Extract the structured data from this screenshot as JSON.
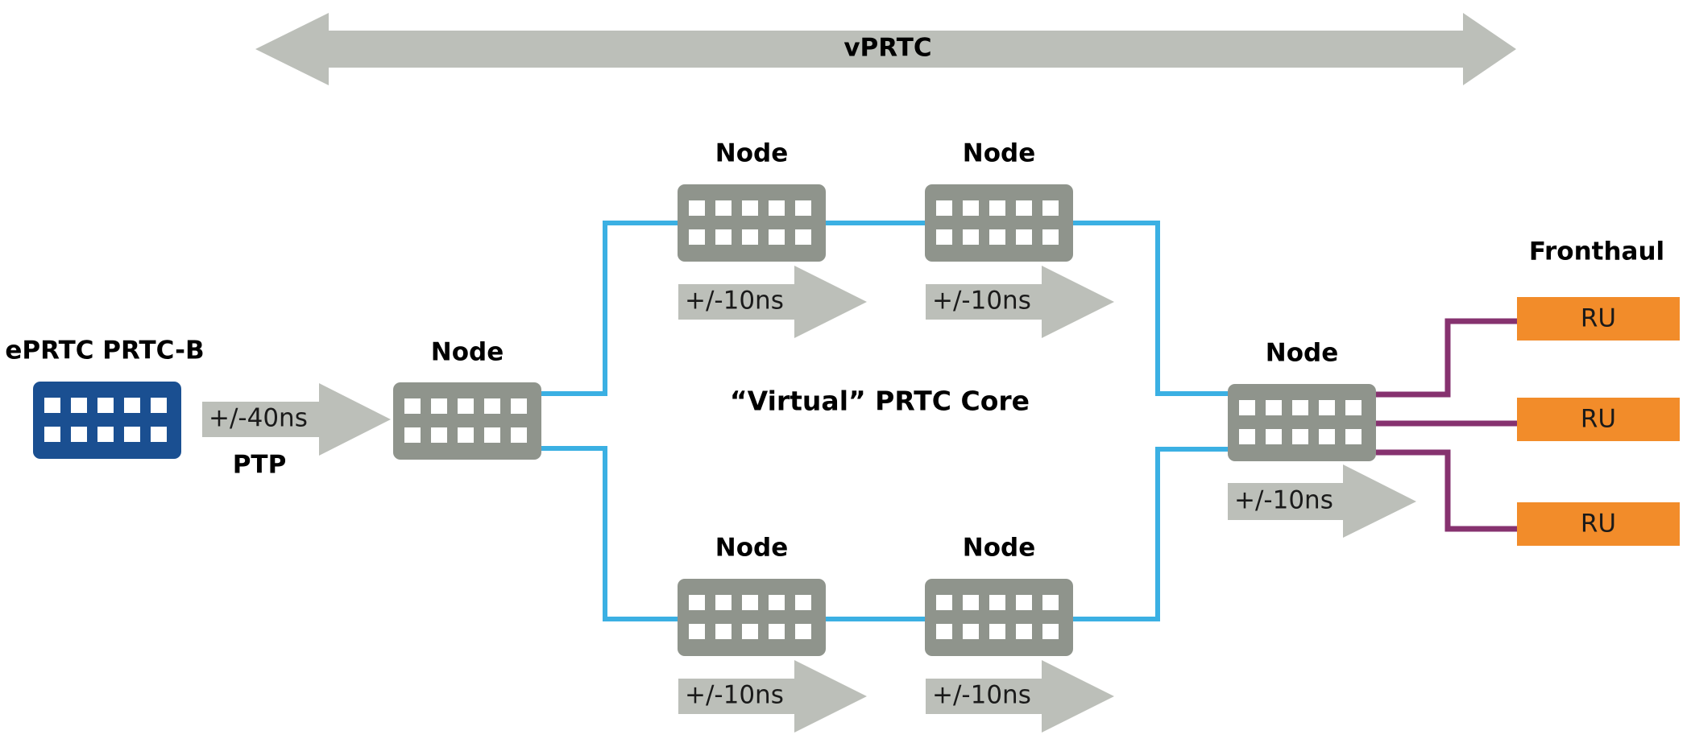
{
  "top_banner": {
    "label": "vPRTC"
  },
  "source": {
    "label": "ePRTC PRTC-B",
    "offset": "+/-40ns",
    "protocol": "PTP"
  },
  "core": {
    "label": "“Virtual” PRTC Core"
  },
  "nodes": {
    "ingress": {
      "label": "Node"
    },
    "top_left": {
      "label": "Node",
      "offset": "+/-10ns"
    },
    "top_right": {
      "label": "Node",
      "offset": "+/-10ns"
    },
    "bottom_left": {
      "label": "Node",
      "offset": "+/-10ns"
    },
    "bottom_right": {
      "label": "Node",
      "offset": "+/-10ns"
    },
    "egress": {
      "label": "Node",
      "offset": "+/-10ns"
    }
  },
  "fronthaul": {
    "label": "Fronthaul",
    "units": [
      {
        "label": "RU"
      },
      {
        "label": "RU"
      },
      {
        "label": "RU"
      }
    ]
  },
  "colors": {
    "node_gray": "#8f948c",
    "source_blue": "#1a4f91",
    "link_blue": "#3bb0e3",
    "fronthaul_purple": "#86326f",
    "ru_orange": "#f28c2a",
    "arrow_gray": "#bcbfb9"
  }
}
